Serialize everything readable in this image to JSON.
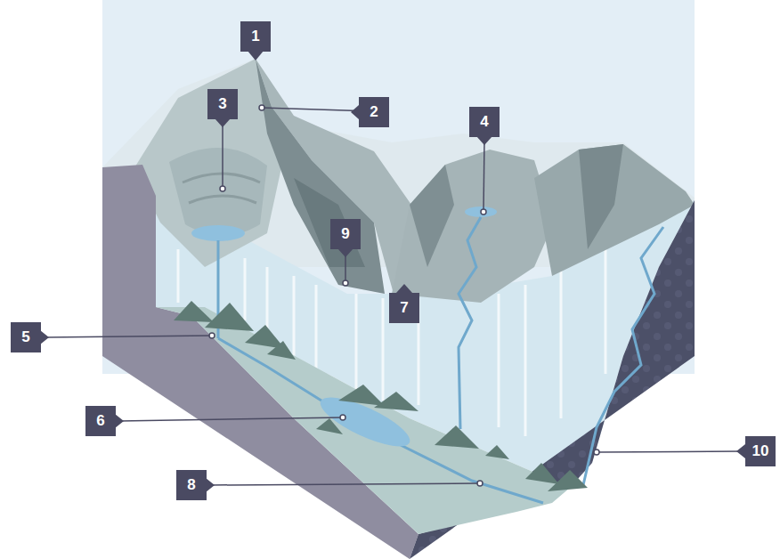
{
  "diagram": {
    "labels": [
      "1",
      "2",
      "3",
      "4",
      "5",
      "6",
      "7",
      "8",
      "9",
      "10"
    ]
  }
}
